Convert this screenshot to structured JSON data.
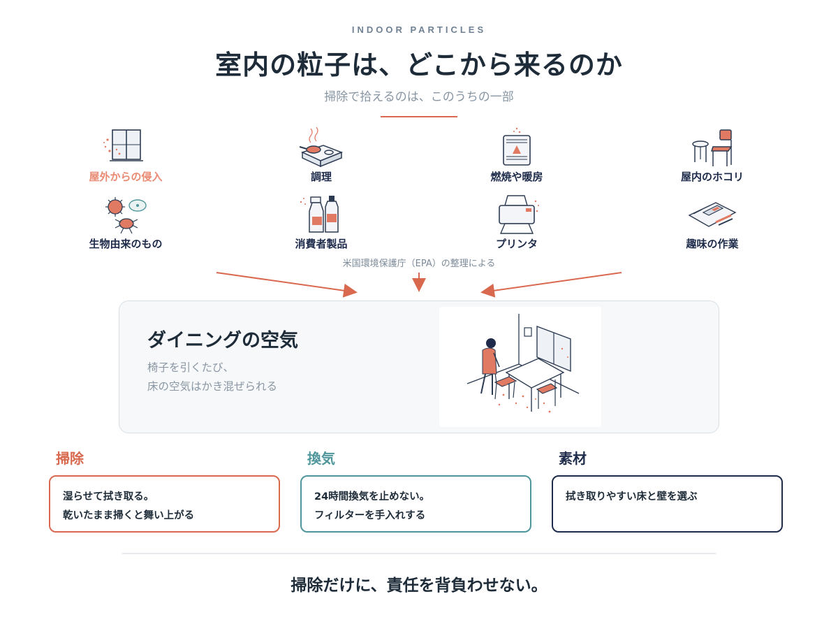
{
  "header": {
    "eyebrow": "INDOOR PARTICLES",
    "title": "室内の粒子は、どこから来るのか",
    "subtitle": "掃除で拾えるのは、このうちの一部"
  },
  "sources": [
    {
      "label": "屋外からの侵入",
      "icon": "window-icon"
    },
    {
      "label": "調理",
      "icon": "stove-icon"
    },
    {
      "label": "燃焼や暖房",
      "icon": "heater-icon"
    },
    {
      "label": "屋内のホコリ",
      "icon": "chair-icon"
    },
    {
      "label": "生物由来のもの",
      "icon": "mite-icon"
    },
    {
      "label": "消費者製品",
      "icon": "spray-bottle-icon"
    },
    {
      "label": "プリンタ",
      "icon": "printer-icon"
    },
    {
      "label": "趣味の作業",
      "icon": "craft-tools-icon"
    }
  ],
  "source_note": "米国環境保護庁（EPA）の整理による",
  "room": {
    "title": "ダイニングの空気",
    "desc_line1": "椅子を引くたび、",
    "desc_line2": "床の空気はかき混ぜられる",
    "illustration": "dining-room-illustration"
  },
  "solutions": [
    {
      "heading": "掃除",
      "line1": "湿らせて拭き取る。",
      "line2": "乾いたまま掃くと舞い上がる",
      "color": "#d9694e"
    },
    {
      "heading": "換気",
      "line1": "24時間換気を止めない。",
      "line2": "フィルターを手入れする",
      "color": "#4f969c"
    },
    {
      "heading": "素材",
      "line1": "拭き取りやすい床と壁を選ぶ",
      "line2": "",
      "color": "#1e2b4a"
    }
  ],
  "footer": "掃除だけに、責任を背負わせない。",
  "colors": {
    "accent": "#d9694e",
    "navy": "#1e2b4a",
    "teal": "#4f969c",
    "soft_accent": "#e98a72"
  }
}
